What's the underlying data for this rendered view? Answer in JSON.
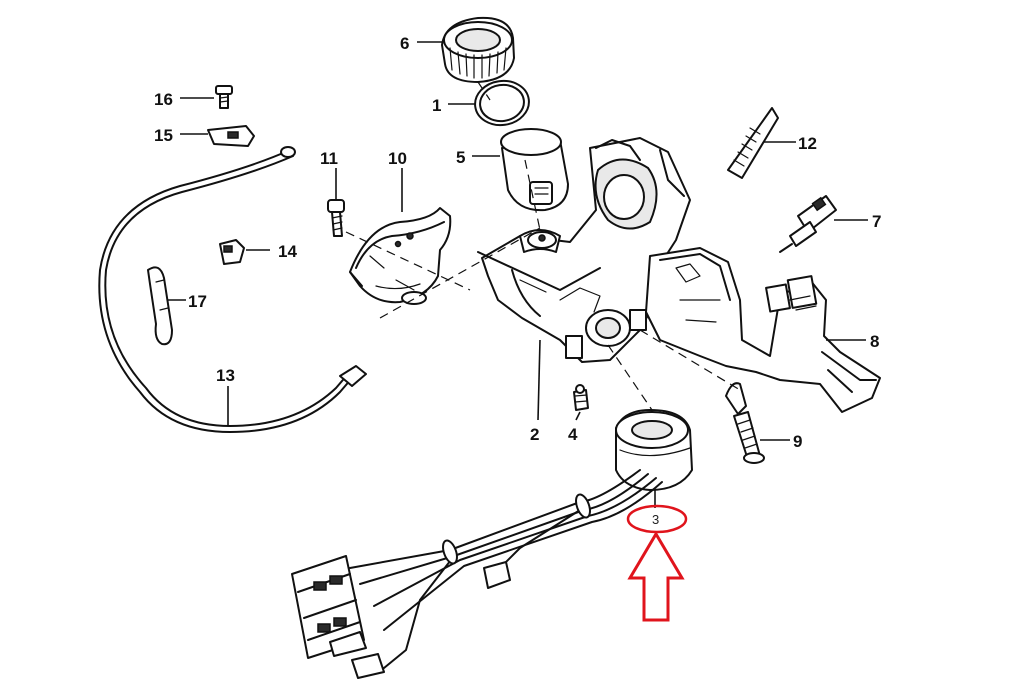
{
  "diagram": {
    "labels": {
      "l1": "1",
      "l2": "2",
      "l3": "3",
      "l4": "4",
      "l5": "5",
      "l6": "6",
      "l7": "7",
      "l8": "8",
      "l9": "9",
      "l10": "10",
      "l11": "11",
      "l12": "12",
      "l13": "13",
      "l14": "14",
      "l15": "15",
      "l16": "16",
      "l17": "17"
    },
    "highlight": {
      "target_label": "3",
      "color": "#e0141c"
    },
    "colors": {
      "ink": "#111111",
      "background": "#ffffff",
      "highlight": "#e0141c"
    }
  }
}
